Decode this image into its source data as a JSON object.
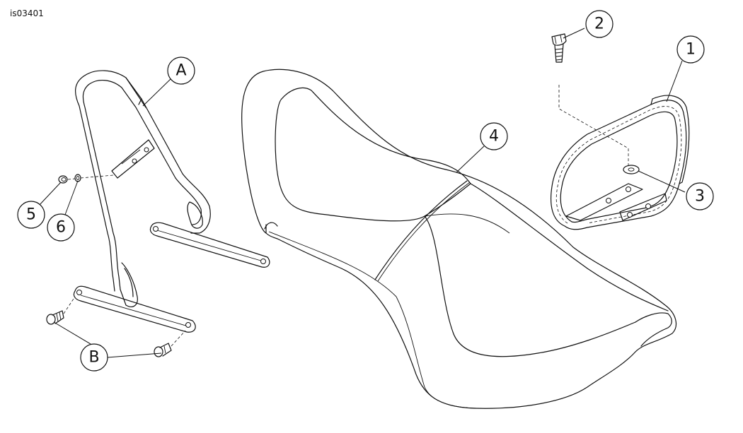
{
  "diagram_id": "is03401",
  "callouts": {
    "a": "A",
    "b": "B",
    "c1": "1",
    "c2": "2",
    "c3": "3",
    "c4": "4",
    "c5": "5",
    "c6": "6"
  }
}
